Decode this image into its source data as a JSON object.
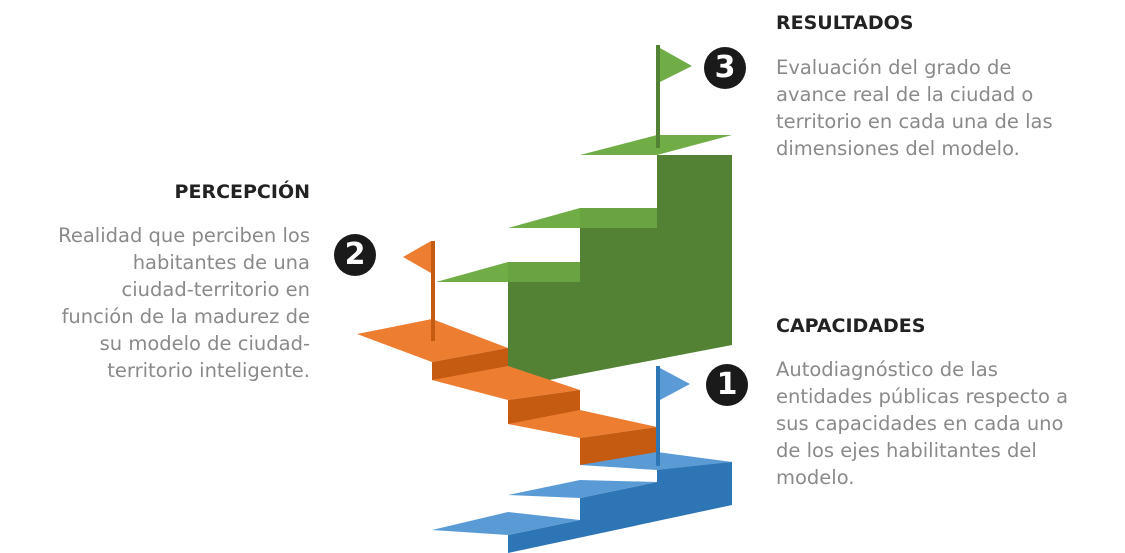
{
  "steps": [
    {
      "number": "1",
      "title": "CAPACIDADES",
      "description": "Autodiagnóstico de las\nentidades públicas respecto a\nsus capacidades en cada uno\nde los ejes habilitantes del\nmodelo.",
      "color": "#5b9bd5",
      "dark_color": "#2e75b6",
      "flag_color": "#2e75b6"
    },
    {
      "number": "2",
      "title": "PERCEPCIÓN",
      "description": "Realidad que perciben los\nhabitantes de una\nciudad-territorio en\nfunción de la madurez de\nsu modelo de ciudad-\nterritorio inteligente.",
      "color": "#ed7d31",
      "dark_color": "#c55a11",
      "flag_color": "#ed7d31"
    },
    {
      "number": "3",
      "title": "RESULTADOS",
      "description": "Evaluación del grado de\navance real de la ciudad o\nterritorio en cada una de las\ndimensiones del modelo.",
      "color": "#70ad47",
      "dark_color": "#548235",
      "flag_color": "#70ad47"
    }
  ]
}
